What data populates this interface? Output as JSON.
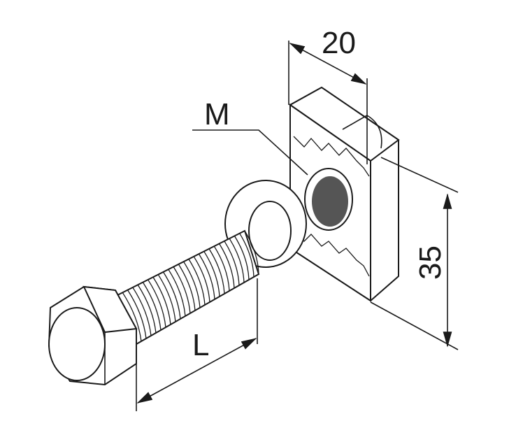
{
  "labels": {
    "width_dim": "20",
    "thread_label": "M",
    "height_dim": "35",
    "length_dim": "L"
  }
}
